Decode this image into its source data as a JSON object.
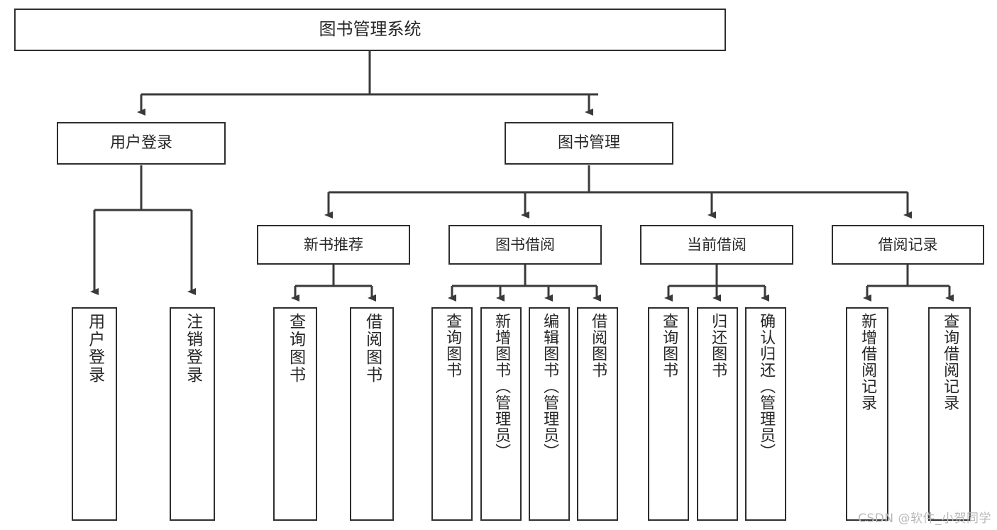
{
  "diagram": {
    "title": "图书管理系统",
    "type": "tree-hierarchy-chart",
    "watermark": "CSDN @软件_小贺同学",
    "colors": {
      "border": "#2f2f2f",
      "background": "#ffffff",
      "text": "#262626",
      "connector": "#3a3a3a",
      "watermark": "#b9b9b9"
    },
    "root": {
      "label": "图书管理系统"
    },
    "level2": [
      {
        "label": "用户登录"
      },
      {
        "label": "图书管理"
      }
    ],
    "level3": [
      {
        "label": "新书推荐"
      },
      {
        "label": "图书借阅"
      },
      {
        "label": "当前借阅"
      },
      {
        "label": "借阅记录"
      }
    ],
    "leaves": {
      "user_login": [
        {
          "label": "用户登录"
        },
        {
          "label": "注销登录"
        }
      ],
      "new_book_recommend": [
        {
          "label": "查询图书"
        },
        {
          "label": "借阅图书"
        }
      ],
      "book_borrow": [
        {
          "label": "查询图书"
        },
        {
          "label": "新增图书（管理员）"
        },
        {
          "label": "编辑图书（管理员）"
        },
        {
          "label": "借阅图书"
        }
      ],
      "current_borrow": [
        {
          "label": "查询图书"
        },
        {
          "label": "归还图书"
        },
        {
          "label": "确认归还（管理员）"
        }
      ],
      "borrow_record": [
        {
          "label": "新增借阅记录"
        },
        {
          "label": "查询借阅记录"
        }
      ]
    }
  }
}
